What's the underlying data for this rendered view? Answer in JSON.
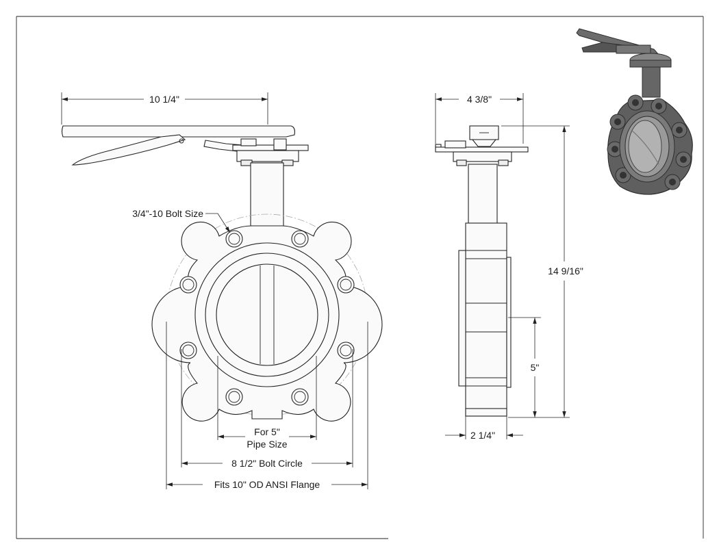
{
  "labels": {
    "handle_width": "10 1/4\"",
    "bolt_size": "3/4\"-10 Bolt Size",
    "pipe_size_line1": "For 5\"",
    "pipe_size_line2": "Pipe Size",
    "bolt_circle": "8 1/2\" Bolt Circle",
    "flange_fit": "Fits 10\" OD ANSI Flange",
    "top_plate_width": "4 3/8\"",
    "overall_height": "14 9/16\"",
    "center_height": "5\"",
    "body_width": "2 1/4\""
  },
  "colors": {
    "line": "#222222",
    "phantom": "#aaaaaa",
    "iso_body": "#5f5f5f",
    "iso_dark": "#3a3a3a",
    "iso_light": "#9a9a9a"
  }
}
